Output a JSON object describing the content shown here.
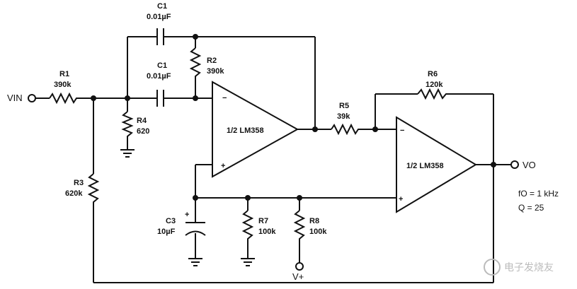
{
  "components": {
    "vin": "VIN",
    "vo": "VO",
    "vplus": "V+",
    "r1": {
      "name": "R1",
      "value": "390k"
    },
    "r2": {
      "name": "R2",
      "value": "390k"
    },
    "r3": {
      "name": "R3",
      "value": "620k"
    },
    "r4": {
      "name": "R4",
      "value": "620"
    },
    "r5": {
      "name": "R5",
      "value": "39k"
    },
    "r6": {
      "name": "R6",
      "value": "120k"
    },
    "r7": {
      "name": "R7",
      "value": "100k"
    },
    "r8": {
      "name": "R8",
      "value": "100k"
    },
    "c1a": {
      "name": "C1",
      "value": "0.01µF"
    },
    "c1b": {
      "name": "C1",
      "value": "0.01µF"
    },
    "c3": {
      "name": "C3",
      "value": "10µF",
      "polarity": "+"
    },
    "u1": {
      "label": "1/2 LM358",
      "inv": "−",
      "noninv": "+"
    },
    "u2": {
      "label": "1/2 LM358",
      "inv": "−",
      "noninv": "+"
    }
  },
  "specs": {
    "f0": "fO = 1 kHz",
    "q": "Q = 25"
  },
  "watermark": "电子发烧友"
}
